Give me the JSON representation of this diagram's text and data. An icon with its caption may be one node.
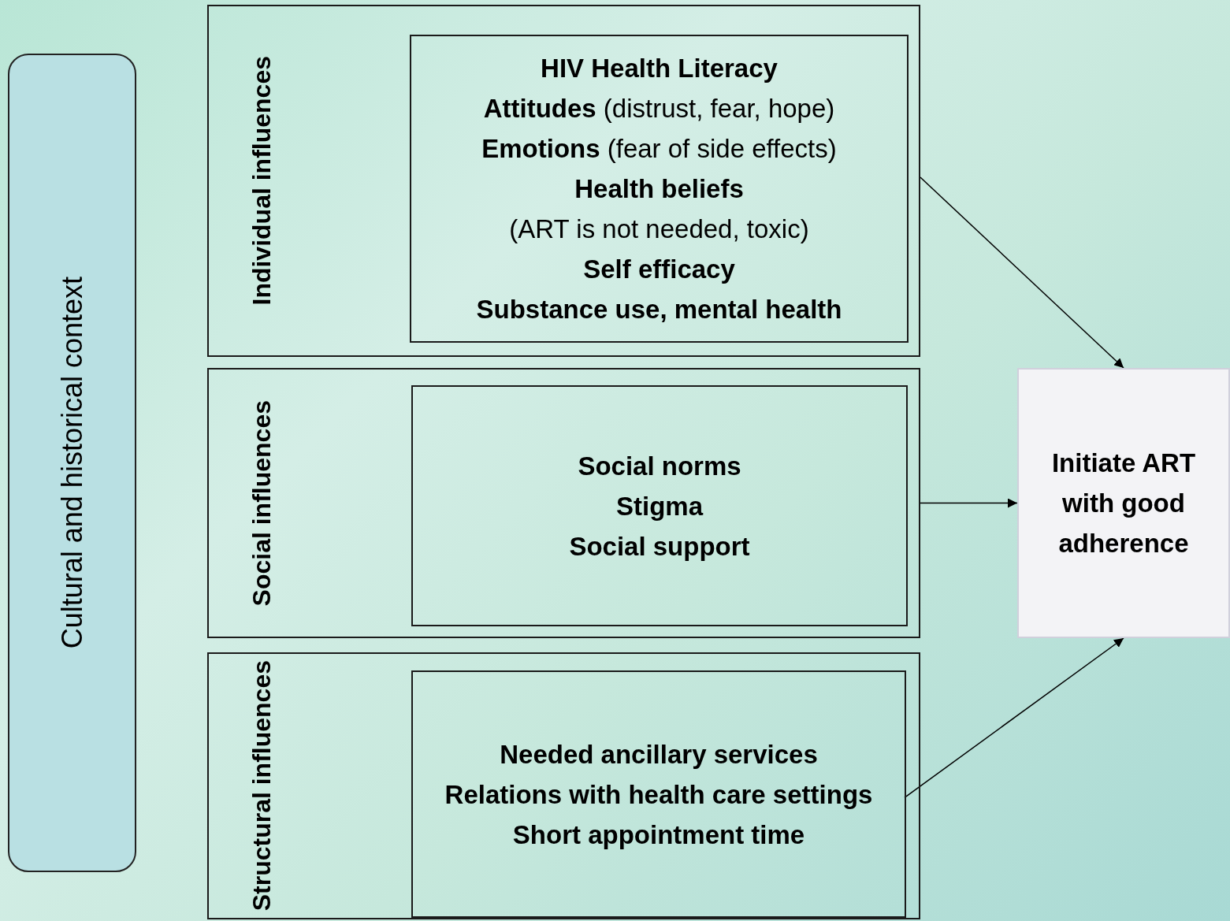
{
  "diagram": {
    "nodes": [
      {
        "text": [
          "Cultural and historical context"
        ]
      },
      {
        "text": [
          "Individual influences"
        ]
      },
      {
        "text": [
          "**HIV Health Literacy**",
          "**Attitudes** (distrust, fear, hope)",
          "**Emotions** (fear of side effects)",
          "**Health beliefs**",
          "(ART is not needed, toxic)",
          "**Self efficacy**",
          "**Substance use, mental health**"
        ],
        "in": 1
      },
      {
        "text": [
          "Social influences"
        ]
      },
      {
        "text": [
          "**Social norms**",
          "**Stigma**",
          "**Social support**"
        ],
        "in": 3
      },
      {
        "text": [
          "Structural influences"
        ]
      },
      {
        "text": [
          "**Needed ancillary services**",
          "**Relations with health care settings**",
          "**Short appointment time**"
        ],
        "in": 5
      },
      {
        "text": [
          "Initiate ART with good adherence"
        ]
      }
    ],
    "edges": [
      {
        "from": 1,
        "to": 7,
        "arrow": "to"
      },
      {
        "from": 3,
        "to": 7,
        "arrow": "to"
      },
      {
        "from": 6,
        "to": 7,
        "arrow": "to"
      }
    ]
  }
}
